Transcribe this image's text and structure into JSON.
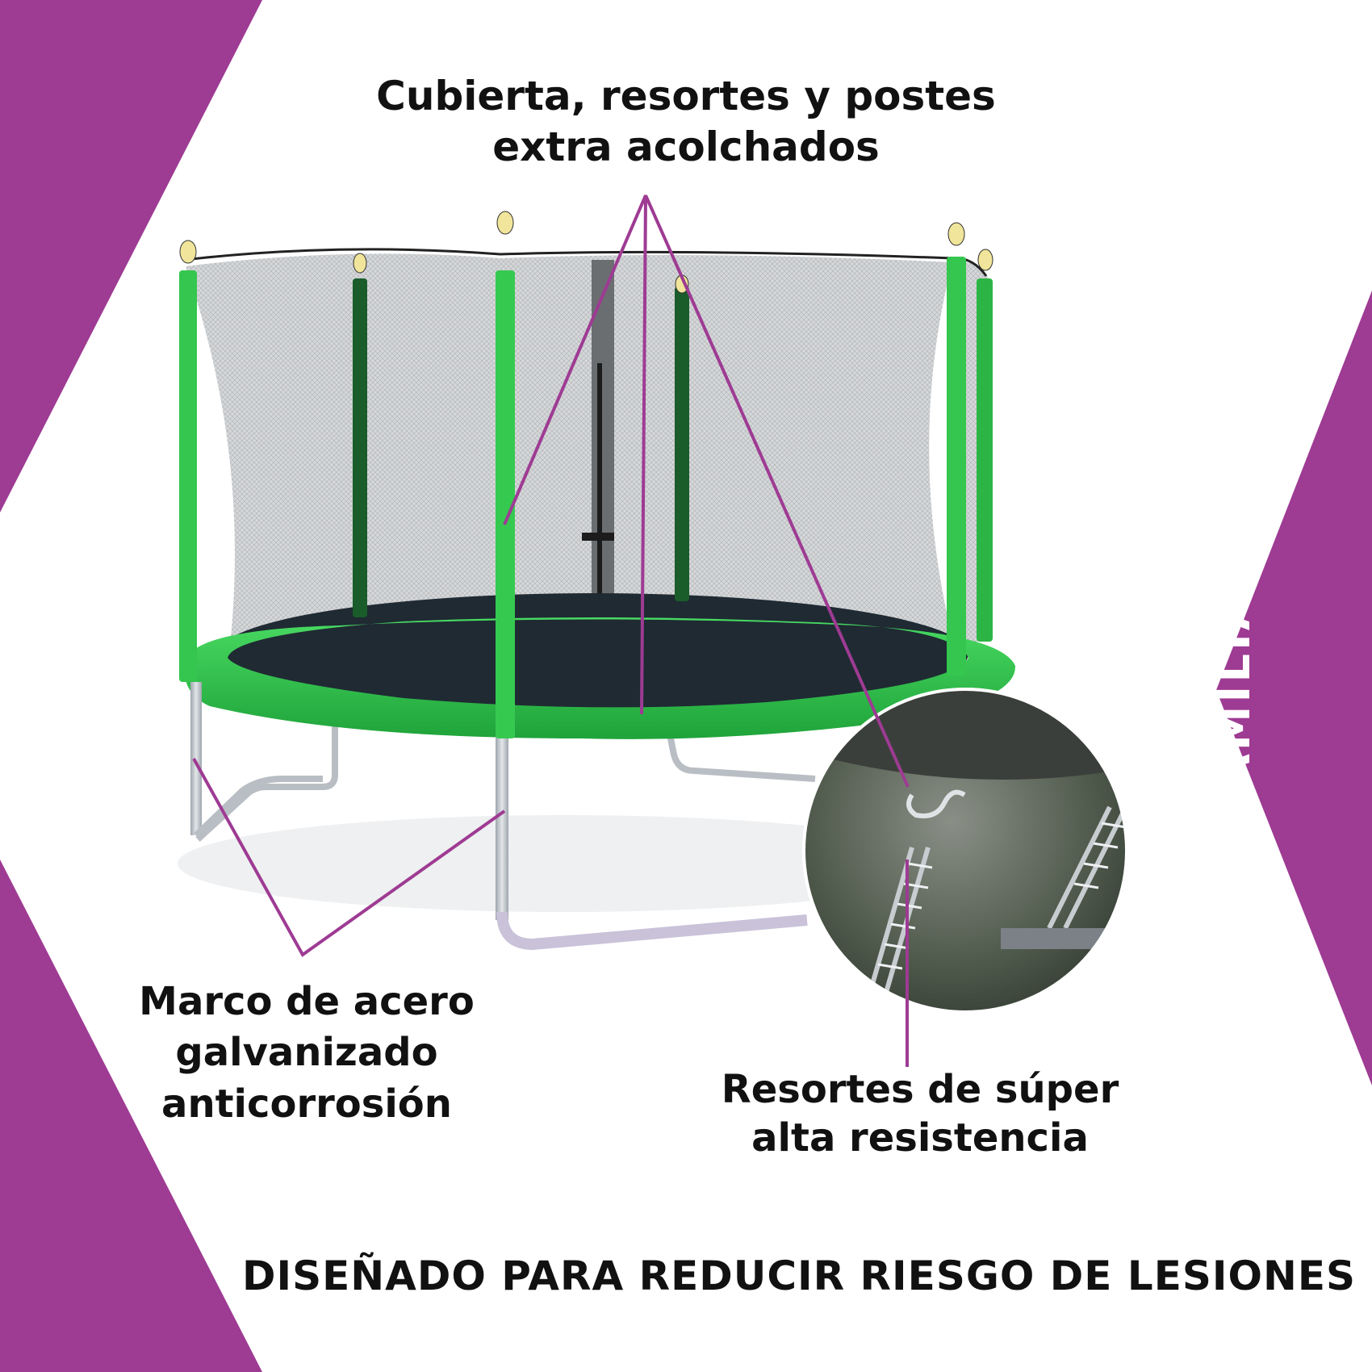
{
  "theme": {
    "accent": "#9e3b93",
    "pad_green": "#2fc64a",
    "frame_steel": "#b9bec4",
    "mat": "#1f2a33"
  },
  "callouts": {
    "top_line1": "Cubierta, resortes y postes",
    "top_line2": "extra acolchados",
    "left_line1": "Marco de acero",
    "left_line2": "galvanizado",
    "left_line3": "anticorrosión",
    "right_line1": "Resortes de súper",
    "right_line2": "alta resistencia"
  },
  "side_tag": "FAMILIAR",
  "footer": "DISEÑADO PARA REDUCIR RIESGO DE LESIONES",
  "illustrations": {
    "main": "trampoline-with-safety-net",
    "inset": "spring-closeup"
  }
}
